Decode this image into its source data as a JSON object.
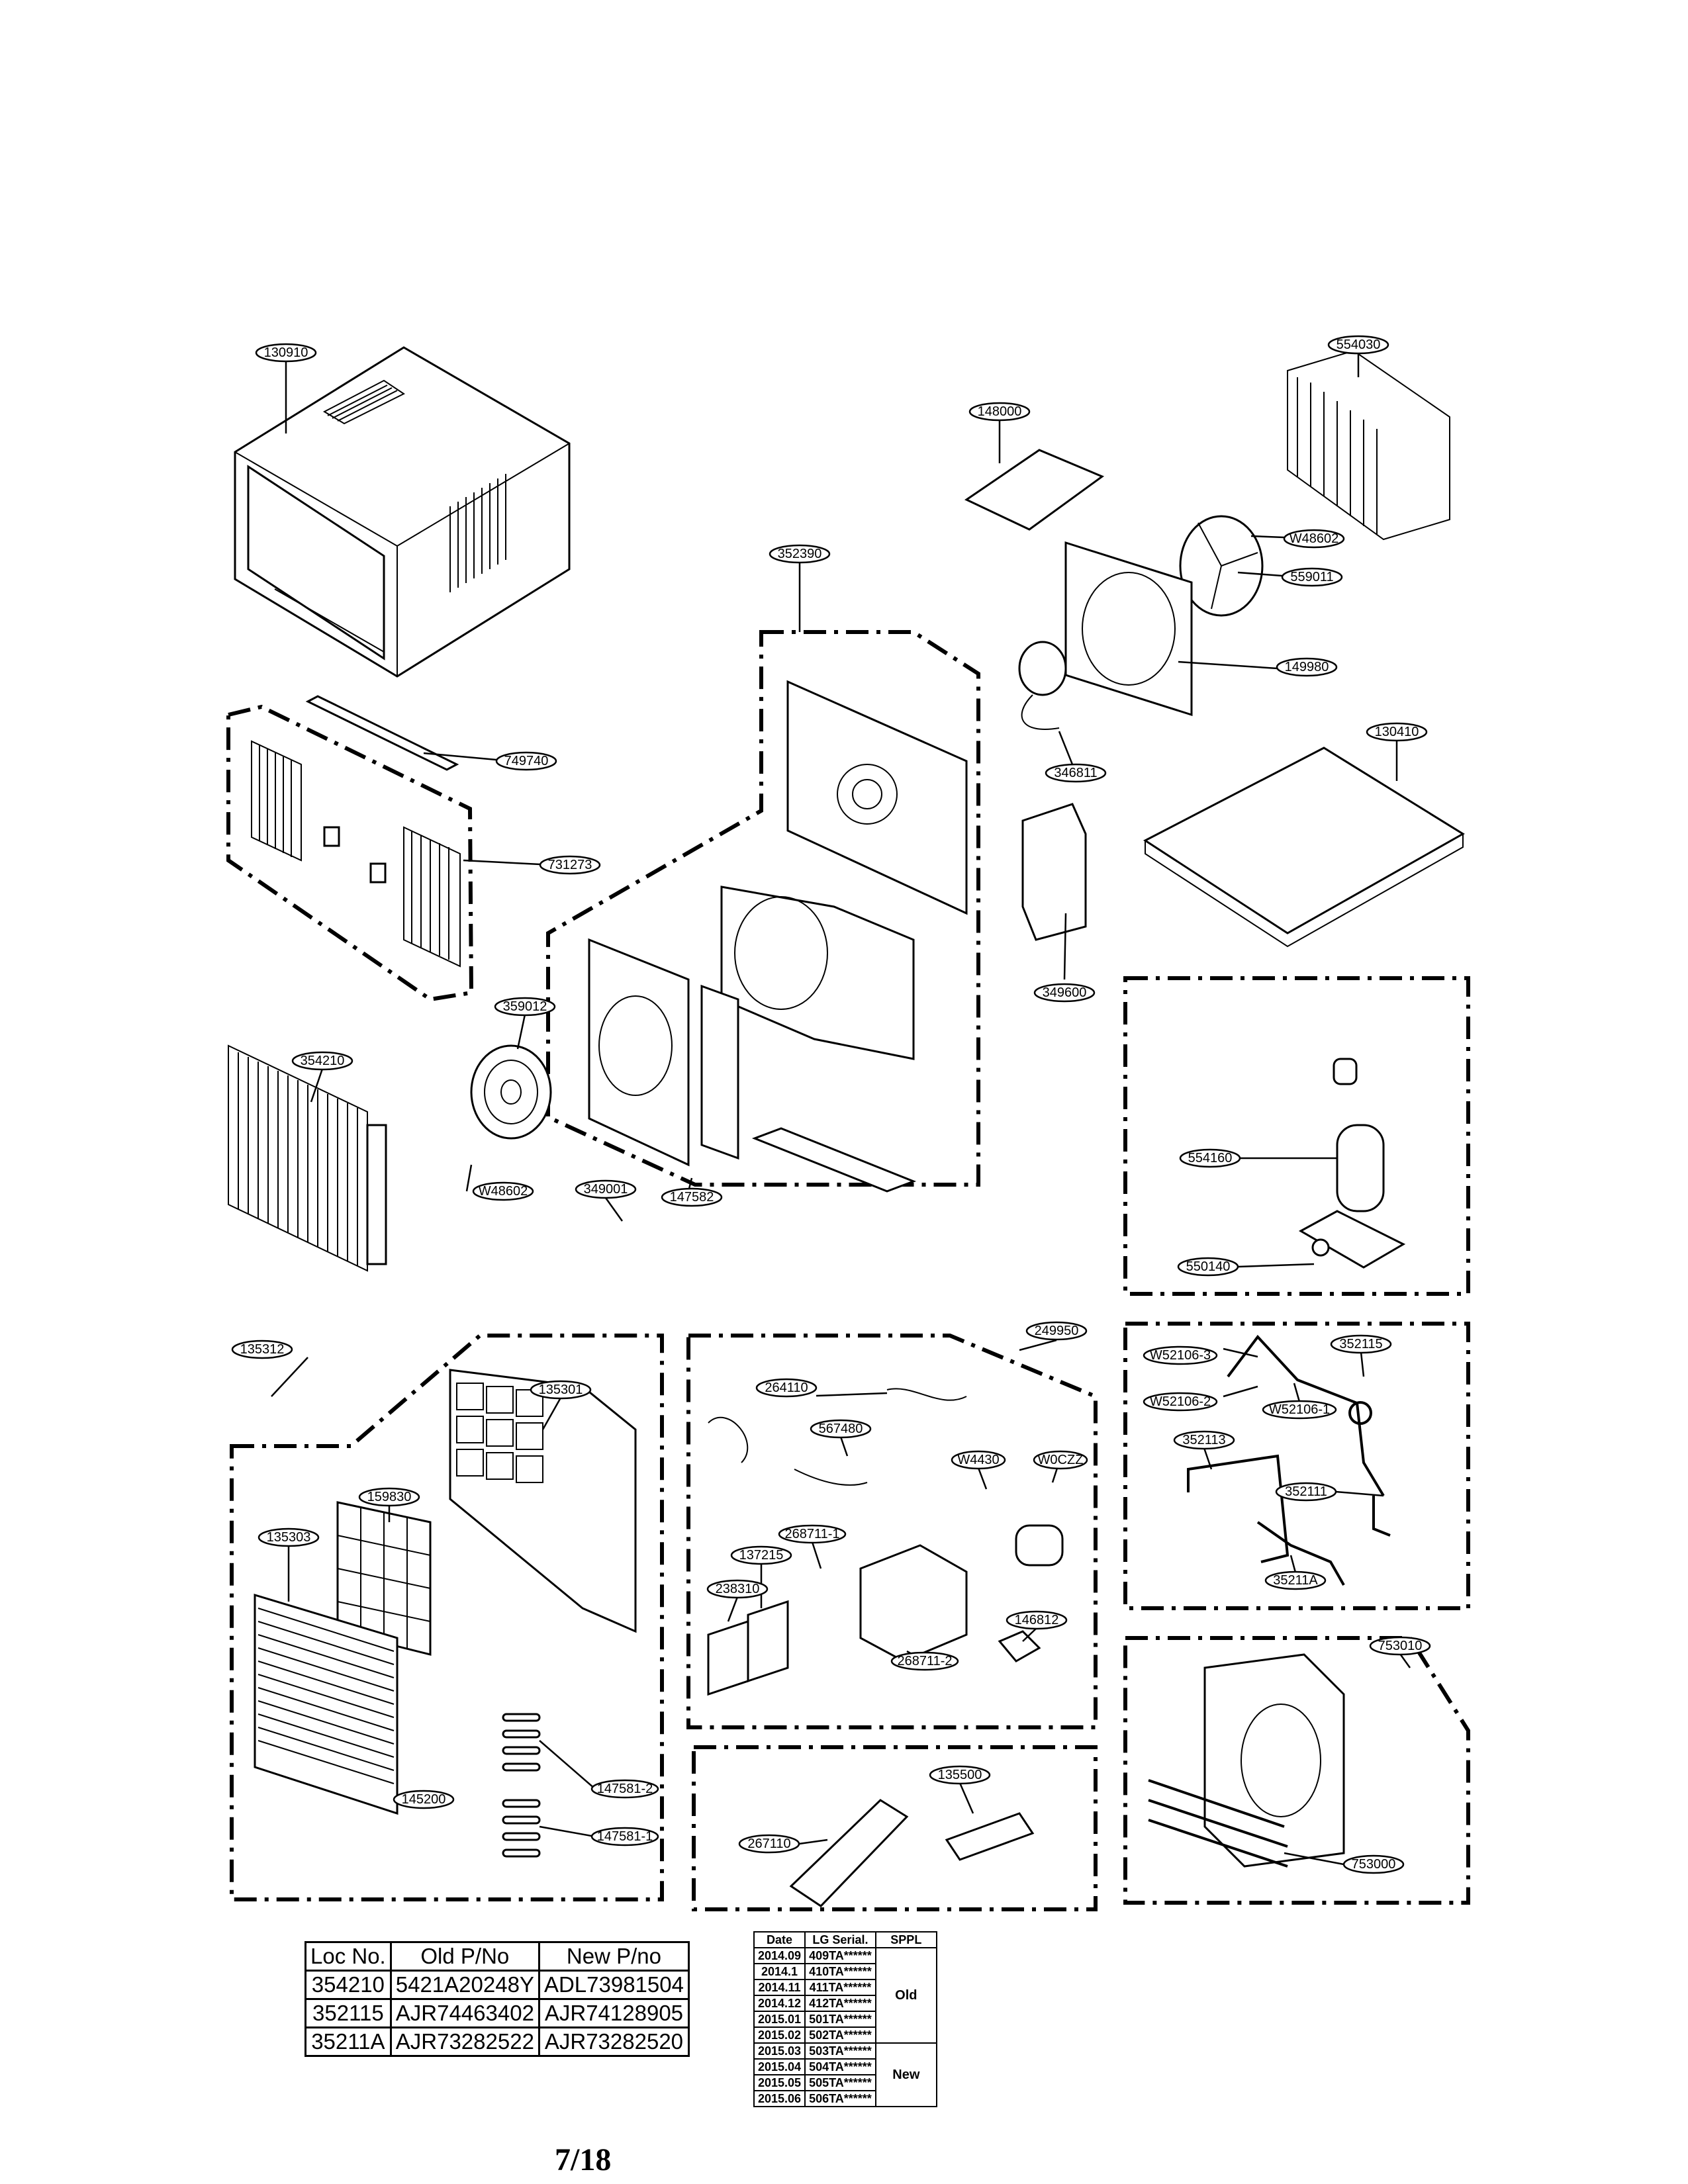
{
  "callouts": {
    "c130910": "130910",
    "c554030": "554030",
    "c148000": "148000",
    "c W48602a": "W48602",
    "c559011": "559011",
    "c352390": "352390",
    "c149980": "149980",
    "c749740": "749740",
    "c130410": "130410",
    "c346811": "346811",
    "c731273": "731273",
    "c349600": "349600",
    "c359012": "359012",
    "c354210": "354210",
    "c554160": "554160",
    "cW48602b": "W48602",
    "c349001": "349001",
    "c147582": "147582",
    "c550140": "550140",
    "c135312": "135312",
    "c249950": "249950",
    "c135301": "135301",
    "c264110": "264110",
    "cW52106_3": "W52106-3",
    "c352115": "352115",
    "cW52106_2": "W52106-2",
    "cW52106_1": "W52106-1",
    "c567480": "567480",
    "cW4430": "W4430",
    "cW0CZZ": "W0CZZ",
    "c159830": "159830",
    "c352113": "352113",
    "c352111": "352111",
    "c268711_1": "268711-1",
    "c135303": "135303",
    "c137215": "137215",
    "c238310": "238310",
    "c35211A": "35211A",
    "c146812": "146812",
    "c268711_2": "268711-2",
    "c753010": "753010",
    "c135500": "135500",
    "c147581_2": "147581-2",
    "c145200": "145200",
    "c267110": "267110",
    "c147581_1": "147581-1",
    "c753000": "753000"
  },
  "part_table": {
    "headers": [
      "Loc No.",
      "Old P/No",
      "New P/no"
    ],
    "rows": [
      [
        "354210",
        "5421A20248Y",
        "ADL73981504"
      ],
      [
        "352115",
        "AJR74463402",
        "AJR74128905"
      ],
      [
        "35211A",
        "AJR73282522",
        "AJR73282520"
      ]
    ]
  },
  "serial_table": {
    "headers": [
      "Date",
      "LG Serial.",
      "SPPL"
    ],
    "rows": [
      [
        "2014.09",
        "409TA******"
      ],
      [
        "2014.1",
        "410TA******"
      ],
      [
        "2014.11",
        "411TA******"
      ],
      [
        "2014.12",
        "412TA******"
      ],
      [
        "2015.01",
        "501TA******"
      ],
      [
        "2015.02",
        "502TA******"
      ],
      [
        "2015.03",
        "503TA******"
      ],
      [
        "2015.04",
        "504TA******"
      ],
      [
        "2015.05",
        "505TA******"
      ],
      [
        "2015.06",
        "506TA******"
      ]
    ],
    "groups": [
      "Old",
      "New"
    ]
  },
  "page_number": "7/18"
}
